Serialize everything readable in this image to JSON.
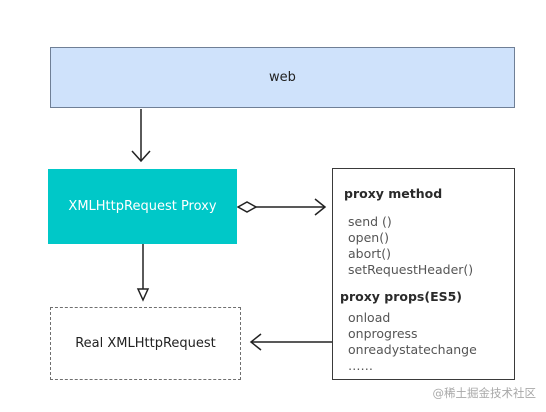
{
  "nodes": {
    "web": "web",
    "proxy": "XMLHttpRequest Proxy",
    "real": "Real XMLHttpRequest"
  },
  "panel": {
    "methods_heading": "proxy method",
    "methods": [
      "send ()",
      "open()",
      "abort()",
      "setRequestHeader()"
    ],
    "props_heading": "proxy props(ES5)",
    "props": [
      "onload",
      "onprogress",
      "onreadystatechange",
      "……"
    ]
  },
  "watermark": "@稀土掘金技术社区",
  "colors": {
    "web_fill": "#cfe2fb",
    "proxy_fill": "#00c8c8",
    "line": "#222222"
  }
}
